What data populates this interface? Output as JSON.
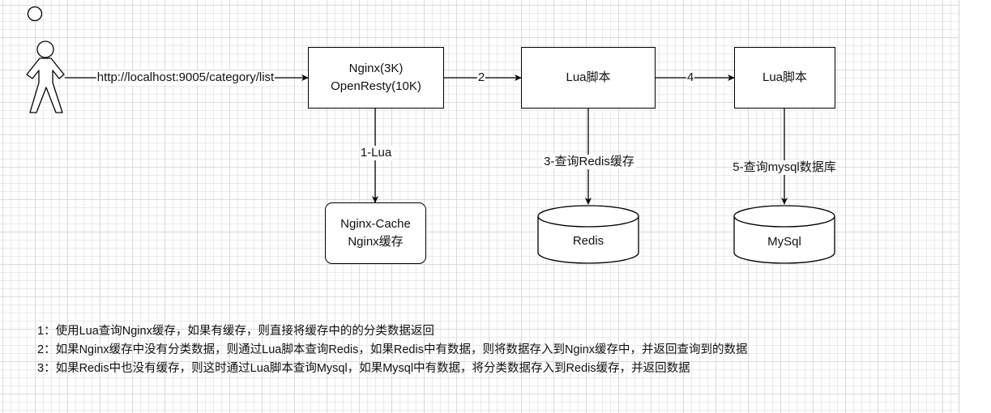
{
  "actor": {
    "name": ""
  },
  "nodes": {
    "nginx": {
      "line1": "Nginx(3K)",
      "line2": "OpenResty(10K)"
    },
    "lua1": {
      "label": "Lua脚本"
    },
    "lua2": {
      "label": "Lua脚本"
    },
    "nginx_cache": {
      "line1": "Nginx-Cache",
      "line2": "Nginx缓存"
    },
    "redis": {
      "label": "Redis"
    },
    "mysql": {
      "label": "MySql"
    }
  },
  "edges": {
    "request": "http://localhost:9005/category/list",
    "step2": "2",
    "step4": "4",
    "step1": "1-Lua",
    "step3": "3-查询Redis缓存",
    "step5": "5-查询mysql数据库"
  },
  "notes": [
    "1：使用Lua查询Nginx缓存，如果有缓存，则直接将缓存中的的分类数据返回",
    "2：如果Nginx缓存中没有分类数据，则通过Lua脚本查询Redis，如果Redis中有数据，则将数据存入到Nginx缓存中，并返回查询到的数据",
    "3：如果Redis中也没有缓存，则这时通过Lua脚本查询Mysql，如果Mysql中有数据，将分类数据存入到Redis缓存，并返回数据"
  ]
}
